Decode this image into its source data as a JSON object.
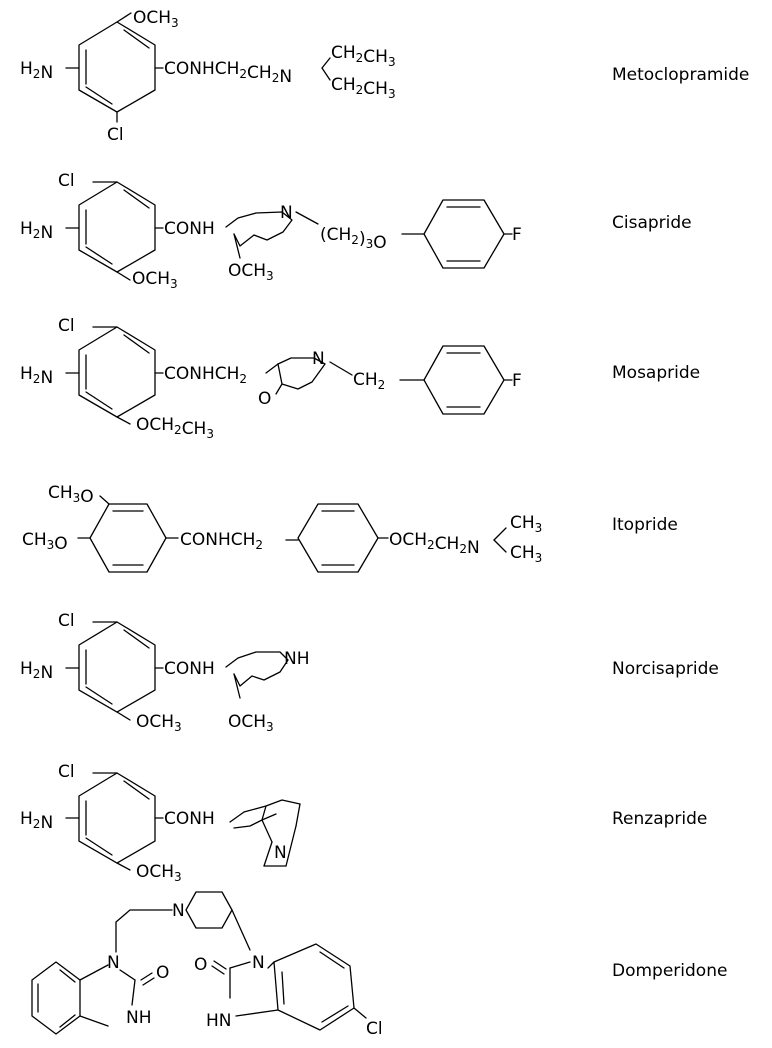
{
  "compounds": [
    {
      "name": "Metoclopramide",
      "labels": {
        "methoxy": "OCH3",
        "amine": "H2N",
        "chloro": "Cl",
        "sidechain": "CONHCH2CH2N",
        "ethyl1": "CH2CH3",
        "ethyl2": "CH2CH3"
      }
    },
    {
      "name": "Cisapride",
      "labels": {
        "chloro": "Cl",
        "amine": "H2N",
        "amide": "CONH",
        "methoxy": "OCH3",
        "ring_methoxy": "OCH3",
        "ring_n": "N",
        "linker": "(CH2)3O",
        "fluoro": "F"
      }
    },
    {
      "name": "Mosapride",
      "labels": {
        "chloro": "Cl",
        "amine": "H2N",
        "amide": "CONHCH2",
        "ethoxy": "OCH2CH3",
        "ring_n": "N",
        "ring_o": "O",
        "methylene": "CH2",
        "fluoro": "F"
      }
    },
    {
      "name": "Itopride",
      "labels": {
        "methoxy_top": "CH3O",
        "methoxy_left": "CH3O",
        "amide": "CONHCH2",
        "sidechain": "OCH2CH2N",
        "methyl1": "CH3",
        "methyl2": "CH3"
      }
    },
    {
      "name": "Norcisapride",
      "labels": {
        "chloro": "Cl",
        "amine": "H2N",
        "amide": "CONH",
        "methoxy": "OCH3",
        "ring_methoxy": "OCH3",
        "ring_nh": "NH"
      }
    },
    {
      "name": "Renzapride",
      "labels": {
        "chloro": "Cl",
        "amine": "H2N",
        "amide": "CONH",
        "methoxy": "OCH3",
        "ring_n": "N"
      }
    },
    {
      "name": "Domperidone",
      "labels": {
        "n_pip": "N",
        "n_left": "N",
        "o_left": "O",
        "nh_left": "NH",
        "o_right": "O",
        "n_right": "N",
        "hn_right": "HN",
        "chloro": "Cl"
      }
    }
  ]
}
